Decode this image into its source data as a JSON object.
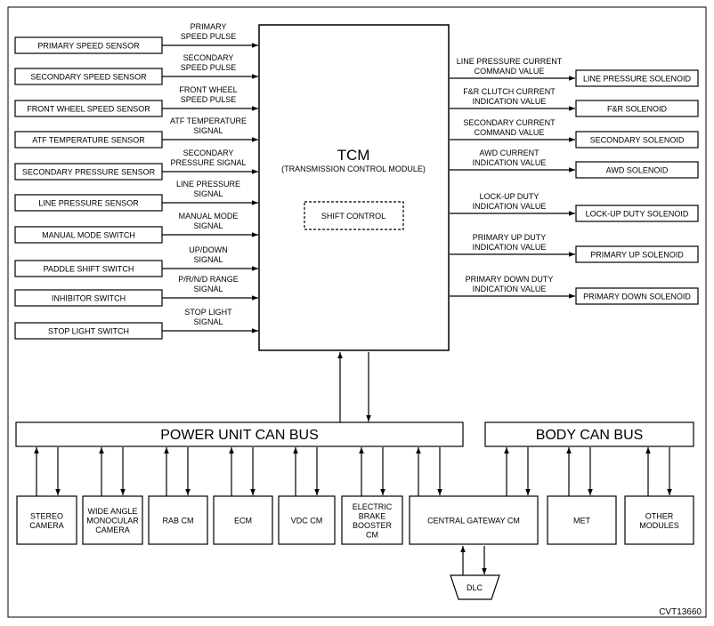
{
  "tcm": {
    "title": "TCM",
    "subtitle": "(TRANSMISSION CONTROL MODULE)",
    "shift_control": "SHIFT CONTROL"
  },
  "inputs": [
    {
      "label": "PRIMARY SPEED SENSOR",
      "signal": [
        "PRIMARY",
        "SPEED PULSE"
      ]
    },
    {
      "label": "SECONDARY SPEED SENSOR",
      "signal": [
        "SECONDARY",
        "SPEED PULSE"
      ]
    },
    {
      "label": "FRONT WHEEL SPEED SENSOR",
      "signal": [
        "FRONT WHEEL",
        "SPEED PULSE"
      ]
    },
    {
      "label": "ATF TEMPERATURE SENSOR",
      "signal": [
        "ATF TEMPERATURE",
        "SIGNAL"
      ]
    },
    {
      "label": "SECONDARY PRESSURE SENSOR",
      "signal": [
        "SECONDARY",
        "PRESSURE SIGNAL"
      ]
    },
    {
      "label": "LINE PRESSURE SENSOR",
      "signal": [
        "LINE PRESSURE",
        "SIGNAL"
      ]
    },
    {
      "label": "MANUAL MODE SWITCH",
      "signal": [
        "MANUAL MODE",
        "SIGNAL"
      ]
    },
    {
      "label": "PADDLE SHIFT SWITCH",
      "signal": [
        "UP/DOWN",
        "SIGNAL"
      ]
    },
    {
      "label": "INHIBITOR SWITCH",
      "signal": [
        "P/R/N/D RANGE",
        "SIGNAL"
      ]
    },
    {
      "label": "STOP LIGHT SWITCH",
      "signal": [
        "STOP LIGHT",
        "SIGNAL"
      ]
    }
  ],
  "outputs": [
    {
      "label": "LINE PRESSURE SOLENOID",
      "signal": [
        "LINE PRESSURE CURRENT",
        "COMMAND VALUE"
      ]
    },
    {
      "label": "F&R SOLENOID",
      "signal": [
        "F&R CLUTCH CURRENT",
        "INDICATION VALUE"
      ]
    },
    {
      "label": "SECONDARY SOLENOID",
      "signal": [
        "SECONDARY CURRENT",
        "COMMAND VALUE"
      ]
    },
    {
      "label": "AWD SOLENOID",
      "signal": [
        "AWD CURRENT",
        "INDICATION VALUE"
      ]
    },
    {
      "label": "LOCK-UP DUTY SOLENOID",
      "signal": [
        "LOCK-UP DUTY",
        "INDICATION VALUE"
      ]
    },
    {
      "label": "PRIMARY UP SOLENOID",
      "signal": [
        "PRIMARY UP DUTY",
        "INDICATION VALUE"
      ]
    },
    {
      "label": "PRIMARY DOWN SOLENOID",
      "signal": [
        "PRIMARY DOWN DUTY",
        "INDICATION VALUE"
      ]
    }
  ],
  "buses": {
    "power_unit": "POWER UNIT CAN BUS",
    "body": "BODY CAN BUS"
  },
  "modules": [
    {
      "lines": [
        "STEREO",
        "CAMERA"
      ]
    },
    {
      "lines": [
        "WIDE ANGLE",
        "MONOCULAR",
        "CAMERA"
      ]
    },
    {
      "lines": [
        "RAB CM"
      ]
    },
    {
      "lines": [
        "ECM"
      ]
    },
    {
      "lines": [
        "VDC CM"
      ]
    },
    {
      "lines": [
        "ELECTRIC",
        "BRAKE",
        "BOOSTER",
        "CM"
      ]
    },
    {
      "lines": [
        "CENTRAL GATEWAY CM"
      ]
    },
    {
      "lines": [
        "MET"
      ]
    },
    {
      "lines": [
        "OTHER",
        "MODULES"
      ]
    }
  ],
  "dlc": "DLC",
  "figure_code": "CVT13660"
}
